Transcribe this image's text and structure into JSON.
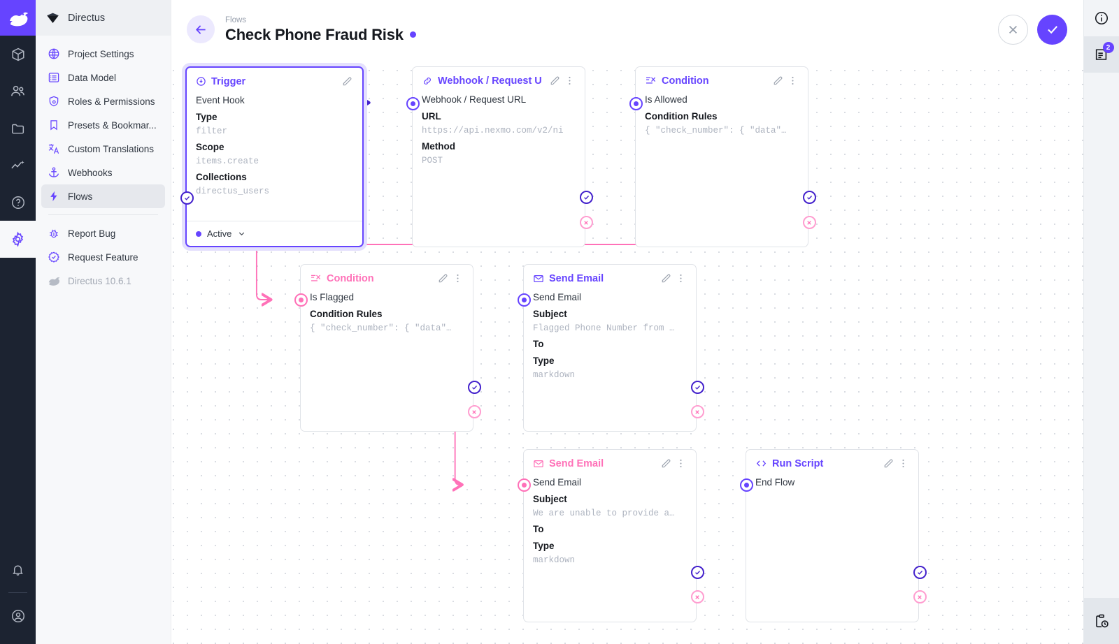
{
  "app": {
    "name": "Directus",
    "version": "Directus 10.6.1"
  },
  "rail": {
    "logo_icon": "directus-rabbit-logo",
    "items": [
      {
        "icon": "box-icon",
        "name": "content"
      },
      {
        "icon": "users-icon",
        "name": "user-directory"
      },
      {
        "icon": "folder-icon",
        "name": "file-library"
      },
      {
        "icon": "insights-icon",
        "name": "insights"
      },
      {
        "icon": "help-circle-icon",
        "name": "help"
      },
      {
        "icon": "gear-icon",
        "name": "settings",
        "active": true
      }
    ],
    "bottom": [
      {
        "icon": "bell-icon",
        "name": "notifications"
      },
      {
        "icon": "account-circle-icon",
        "name": "user-account"
      }
    ]
  },
  "sidebar": {
    "header_title": "Directus",
    "header_icon": "directus-gem-icon",
    "items": [
      {
        "label": "Project Settings",
        "icon": "public-globe-icon",
        "active": false
      },
      {
        "label": "Data Model",
        "icon": "list-alt-icon",
        "active": false
      },
      {
        "label": "Roles & Permissions",
        "icon": "admin-shield-icon",
        "active": false
      },
      {
        "label": "Presets & Bookmar...",
        "icon": "bookmark-icon",
        "active": false
      },
      {
        "label": "Custom Translations",
        "icon": "translate-icon",
        "active": false
      },
      {
        "label": "Webhooks",
        "icon": "anchor-icon",
        "active": false
      },
      {
        "label": "Flows",
        "icon": "bolt-icon",
        "active": true
      }
    ],
    "footer_items": [
      {
        "label": "Report Bug",
        "icon": "bug-report-icon",
        "muted": false
      },
      {
        "label": "Request Feature",
        "icon": "check-badge-icon",
        "muted": false
      },
      {
        "label": "Directus 10.6.1",
        "icon": "directus-rabbit-icon",
        "muted": true
      }
    ]
  },
  "header": {
    "breadcrumb": "Flows",
    "title": "Check Phone Fraud Risk",
    "status_dot_color": "#6644ff",
    "back_icon": "arrow-left-icon",
    "cancel_icon": "close-x-icon",
    "save_icon": "check-icon"
  },
  "right_rail": {
    "items": [
      {
        "icon": "info-circle-icon",
        "name": "flow-info",
        "badge": null,
        "selected": false
      },
      {
        "icon": "logs-icon",
        "name": "flow-logs",
        "badge": "2",
        "selected": true
      }
    ],
    "bottom": {
      "icon": "clipboard-clock-icon",
      "name": "activity-log",
      "selected": true
    }
  },
  "colors": {
    "accent": "#6644ff",
    "reject": "#ff71b8",
    "resolve": "#4422cc",
    "muted_text": "#adb3bf"
  },
  "nodes": [
    {
      "id": "trigger",
      "type_label": "Trigger",
      "type_icon": "trigger-bolt-circle-icon",
      "accent": "purple",
      "name": "Event Hook",
      "fields": [
        {
          "key": "Type",
          "value": "filter"
        },
        {
          "key": "Scope",
          "value": "items.create"
        },
        {
          "key": "Collections",
          "value": "directus_users"
        }
      ],
      "footer": {
        "label": "Active",
        "chevron": "chevron-down-icon"
      }
    },
    {
      "id": "webhook",
      "type_label": "Webhook / Request U",
      "type_icon": "link-chain-icon",
      "accent": "purple",
      "name": "Webhook / Request URL",
      "fields": [
        {
          "key": "URL",
          "value": "https://api.nexmo.com/v2/ni"
        },
        {
          "key": "Method",
          "value": "POST"
        }
      ]
    },
    {
      "id": "condition-allowed",
      "type_label": "Condition",
      "type_icon": "condition-rules-icon",
      "accent": "purple",
      "name": "Is Allowed",
      "fields": [
        {
          "key": "Condition Rules",
          "value": "{ \"check_number\": { \"data\"…"
        }
      ]
    },
    {
      "id": "condition-flagged",
      "type_label": "Condition",
      "type_icon": "condition-rules-icon",
      "accent": "pink",
      "name": "Is Flagged",
      "fields": [
        {
          "key": "Condition Rules",
          "value": "{ \"check_number\": { \"data\"…"
        }
      ]
    },
    {
      "id": "send-email-flagged",
      "type_label": "Send Email",
      "type_icon": "mail-envelope-icon",
      "accent": "purple",
      "name": "Send Email",
      "fields": [
        {
          "key": "Subject",
          "value": "Flagged Phone Number from …"
        },
        {
          "key": "To",
          "value": ""
        },
        {
          "key": "Type",
          "value": "markdown"
        }
      ]
    },
    {
      "id": "send-email-unable",
      "type_label": "Send Email",
      "type_icon": "mail-envelope-icon",
      "accent": "pink",
      "name": "Send Email",
      "fields": [
        {
          "key": "Subject",
          "value": "We are unable to provide a…"
        },
        {
          "key": "To",
          "value": ""
        },
        {
          "key": "Type",
          "value": "markdown"
        }
      ]
    },
    {
      "id": "run-script",
      "type_label": "Run Script",
      "type_icon": "code-brackets-icon",
      "accent": "purple",
      "name": "End Flow",
      "fields": []
    }
  ]
}
